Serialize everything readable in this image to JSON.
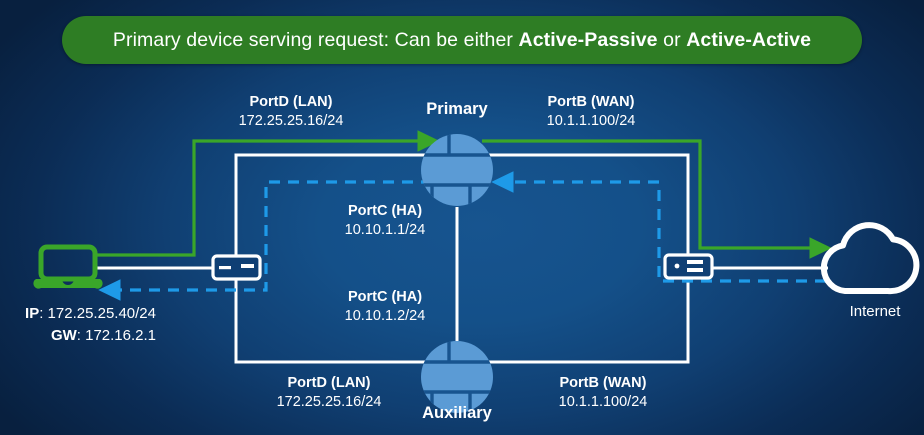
{
  "banner": {
    "prefix": "Primary device serving request: Can be either ",
    "bold1": "Active-Passive",
    "middle": " or ",
    "bold2": "Active-Active",
    "bg_color": "#2e7d24"
  },
  "colors": {
    "background_center": "#17548f",
    "background_edge": "#08203f",
    "green_path": "#3aa629",
    "blue_dashed_path": "#1e9ae8",
    "white_path": "#ffffff",
    "device_icon": "#5b9bd5",
    "laptop_icon": "#3aa629"
  },
  "labels": {
    "primary_lan": {
      "port": "PortD (LAN)",
      "ip": "172.25.25.16/24"
    },
    "primary_wan": {
      "port": "PortB (WAN)",
      "ip": "10.1.1.100/24"
    },
    "primary_ha": {
      "port": "PortC (HA)",
      "ip": "10.10.1.1/24"
    },
    "auxiliary_ha": {
      "port": "PortC (HA)",
      "ip": "10.10.1.2/24"
    },
    "auxiliary_lan": {
      "port": "PortD (LAN)",
      "ip": "172.25.25.16/24"
    },
    "auxiliary_wan": {
      "port": "PortB (WAN)",
      "ip": "10.1.1.100/24"
    }
  },
  "devices": {
    "primary_name": "Primary",
    "auxiliary_name": "Auxiliary",
    "cloud_name": "Internet"
  },
  "host": {
    "ip_key": "IP",
    "ip_value": ": 172.25.25.40/24",
    "gw_key": "GW",
    "gw_value": ": 172.16.2.1"
  },
  "icons": {
    "primary": "firewall-icon",
    "auxiliary": "firewall-icon",
    "laptop": "laptop-icon",
    "switch_left": "switch-icon",
    "switch_right": "switch-icon",
    "cloud": "cloud-icon"
  }
}
